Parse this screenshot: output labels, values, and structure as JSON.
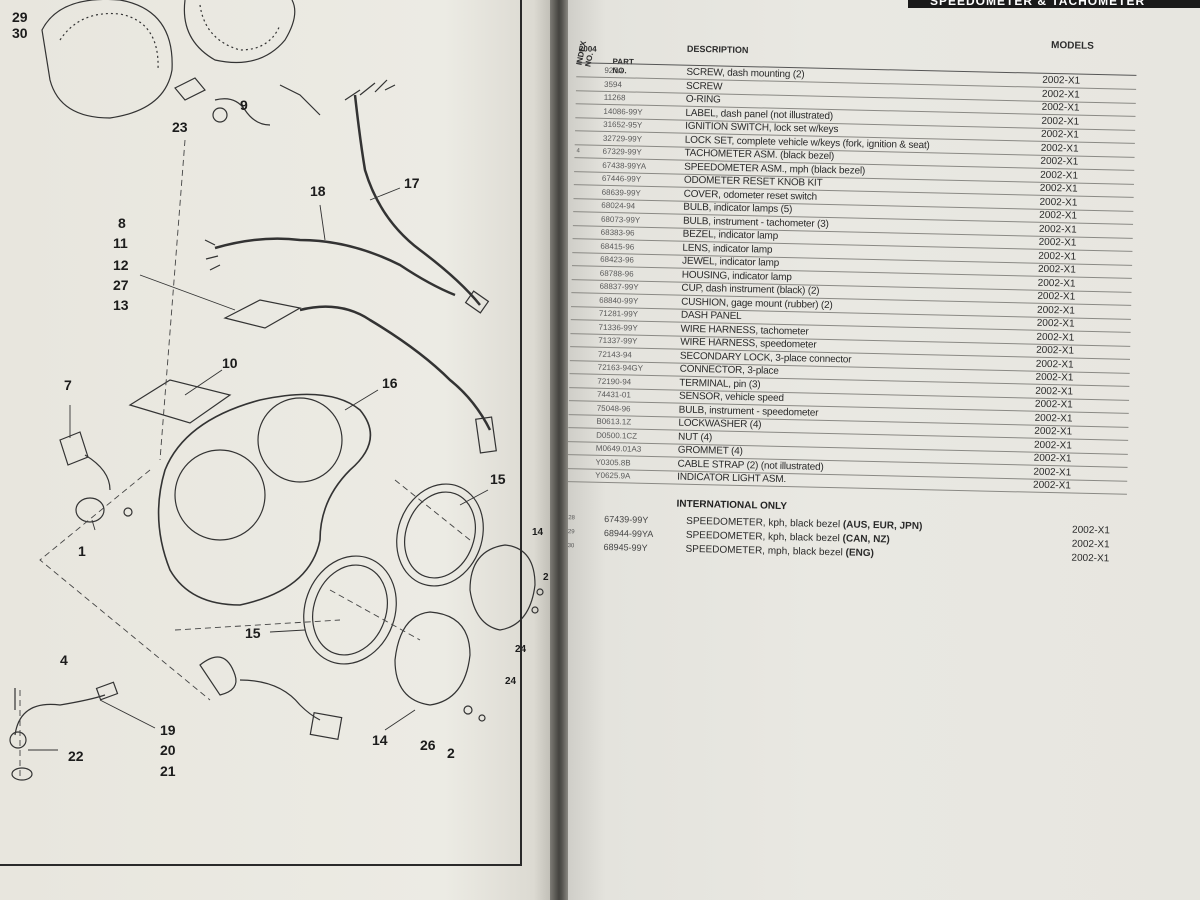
{
  "page_header": {
    "title": "SPEEDOMETER & TACHOMETER"
  },
  "table_headers": {
    "figure_no": "2004",
    "index_no": "INDEX NO.",
    "part_no": "PART NO.",
    "description": "DESCRIPTION",
    "models": "MODELS"
  },
  "parts": [
    {
      "index": "",
      "part_no": "927A",
      "description": "SCREW, dash mounting (2)",
      "models": "2002-X1"
    },
    {
      "index": "",
      "part_no": "3594",
      "description": "SCREW",
      "models": "2002-X1"
    },
    {
      "index": "",
      "part_no": "11268",
      "description": "O-RING",
      "models": "2002-X1"
    },
    {
      "index": "",
      "part_no": "14086-99Y",
      "description": "LABEL, dash panel (not illustrated)",
      "models": "2002-X1"
    },
    {
      "index": "",
      "part_no": "31652-95Y",
      "description": "IGNITION SWITCH, lock set w/keys",
      "models": "2002-X1"
    },
    {
      "index": "",
      "part_no": "32729-99Y",
      "description": "LOCK SET, complete vehicle w/keys (fork, ignition & seat)",
      "models": "2002-X1"
    },
    {
      "index": "4",
      "part_no": "67329-99Y",
      "description": "TACHOMETER ASM. (black bezel)",
      "models": "2002-X1"
    },
    {
      "index": "",
      "part_no": "67438-99YA",
      "description": "SPEEDOMETER ASM., mph (black bezel)",
      "models": "2002-X1"
    },
    {
      "index": "",
      "part_no": "67446-99Y",
      "description": "ODOMETER RESET KNOB KIT",
      "models": "2002-X1"
    },
    {
      "index": "",
      "part_no": "68639-99Y",
      "description": "COVER, odometer reset switch",
      "models": "2002-X1"
    },
    {
      "index": "",
      "part_no": "68024-94",
      "description": "BULB, indicator lamps (5)",
      "models": "2002-X1"
    },
    {
      "index": "",
      "part_no": "68073-99Y",
      "description": "BULB, instrument - tachometer (3)",
      "models": "2002-X1"
    },
    {
      "index": "",
      "part_no": "68383-96",
      "description": "BEZEL, indicator lamp",
      "models": "2002-X1"
    },
    {
      "index": "",
      "part_no": "68415-96",
      "description": "LENS, indicator lamp",
      "models": "2002-X1"
    },
    {
      "index": "",
      "part_no": "68423-96",
      "description": "JEWEL, indicator lamp",
      "models": "2002-X1"
    },
    {
      "index": "",
      "part_no": "68788-96",
      "description": "HOUSING, indicator lamp",
      "models": "2002-X1"
    },
    {
      "index": "",
      "part_no": "68837-99Y",
      "description": "CUP, dash instrument (black) (2)",
      "models": "2002-X1"
    },
    {
      "index": "",
      "part_no": "68840-99Y",
      "description": "CUSHION, gage mount (rubber) (2)",
      "models": "2002-X1"
    },
    {
      "index": "",
      "part_no": "71281-99Y",
      "description": "DASH PANEL",
      "models": "2002-X1"
    },
    {
      "index": "",
      "part_no": "71336-99Y",
      "description": "WIRE HARNESS, tachometer",
      "models": "2002-X1"
    },
    {
      "index": "",
      "part_no": "71337-99Y",
      "description": "WIRE HARNESS, speedometer",
      "models": "2002-X1"
    },
    {
      "index": "",
      "part_no": "72143-94",
      "description": "SECONDARY LOCK, 3-place connector",
      "models": "2002-X1"
    },
    {
      "index": "",
      "part_no": "72163-94GY",
      "description": "CONNECTOR, 3-place",
      "models": "2002-X1"
    },
    {
      "index": "",
      "part_no": "72190-94",
      "description": "TERMINAL, pin (3)",
      "models": "2002-X1"
    },
    {
      "index": "",
      "part_no": "74431-01",
      "description": "SENSOR, vehicle speed",
      "models": "2002-X1"
    },
    {
      "index": "",
      "part_no": "75048-96",
      "description": "BULB, instrument - speedometer",
      "models": "2002-X1"
    },
    {
      "index": "",
      "part_no": "B0613.1Z",
      "description": "LOCKWASHER (4)",
      "models": "2002-X1"
    },
    {
      "index": "",
      "part_no": "D0500.1CZ",
      "description": "NUT (4)",
      "models": "2002-X1"
    },
    {
      "index": "",
      "part_no": "M0649.01A3",
      "description": "GROMMET (4)",
      "models": "2002-X1"
    },
    {
      "index": "",
      "part_no": "Y0305.8B",
      "description": "CABLE STRAP (2) (not illustrated)",
      "models": "2002-X1"
    },
    {
      "index": "",
      "part_no": "Y0625.9A",
      "description": "INDICATOR LIGHT ASM.",
      "models": "2002-X1"
    }
  ],
  "international": {
    "title": "INTERNATIONAL ONLY",
    "rows": [
      {
        "index": "28",
        "part_no": "67439-99Y",
        "description": "SPEEDOMETER, kph, black bezel",
        "region": "(AUS, EUR, JPN)",
        "models": "2002-X1"
      },
      {
        "index": "29",
        "part_no": "68944-99YA",
        "description": "SPEEDOMETER, kph, black bezel",
        "region": "(CAN, NZ)",
        "models": "2002-X1"
      },
      {
        "index": "30",
        "part_no": "68945-99Y",
        "description": "SPEEDOMETER, mph, black bezel",
        "region": "(ENG)",
        "models": "2002-X1"
      }
    ]
  },
  "diagram_callouts": {
    "c29": "29",
    "c30": "30",
    "c23": "23",
    "c9": "9",
    "c17": "17",
    "c18": "18",
    "c8": "8",
    "c11": "11",
    "c12": "12",
    "c27": "27",
    "c13": "13",
    "c10": "10",
    "c7": "7",
    "c16": "16",
    "c15a": "15",
    "c15b": "15",
    "c14a": "14",
    "c14b": "14",
    "c1": "1",
    "c4": "4",
    "c2a": "2",
    "c24a": "24",
    "c24b": "24",
    "c26": "26",
    "c2b": "2",
    "c19": "19",
    "c20": "20",
    "c21": "21",
    "c22": "22"
  }
}
